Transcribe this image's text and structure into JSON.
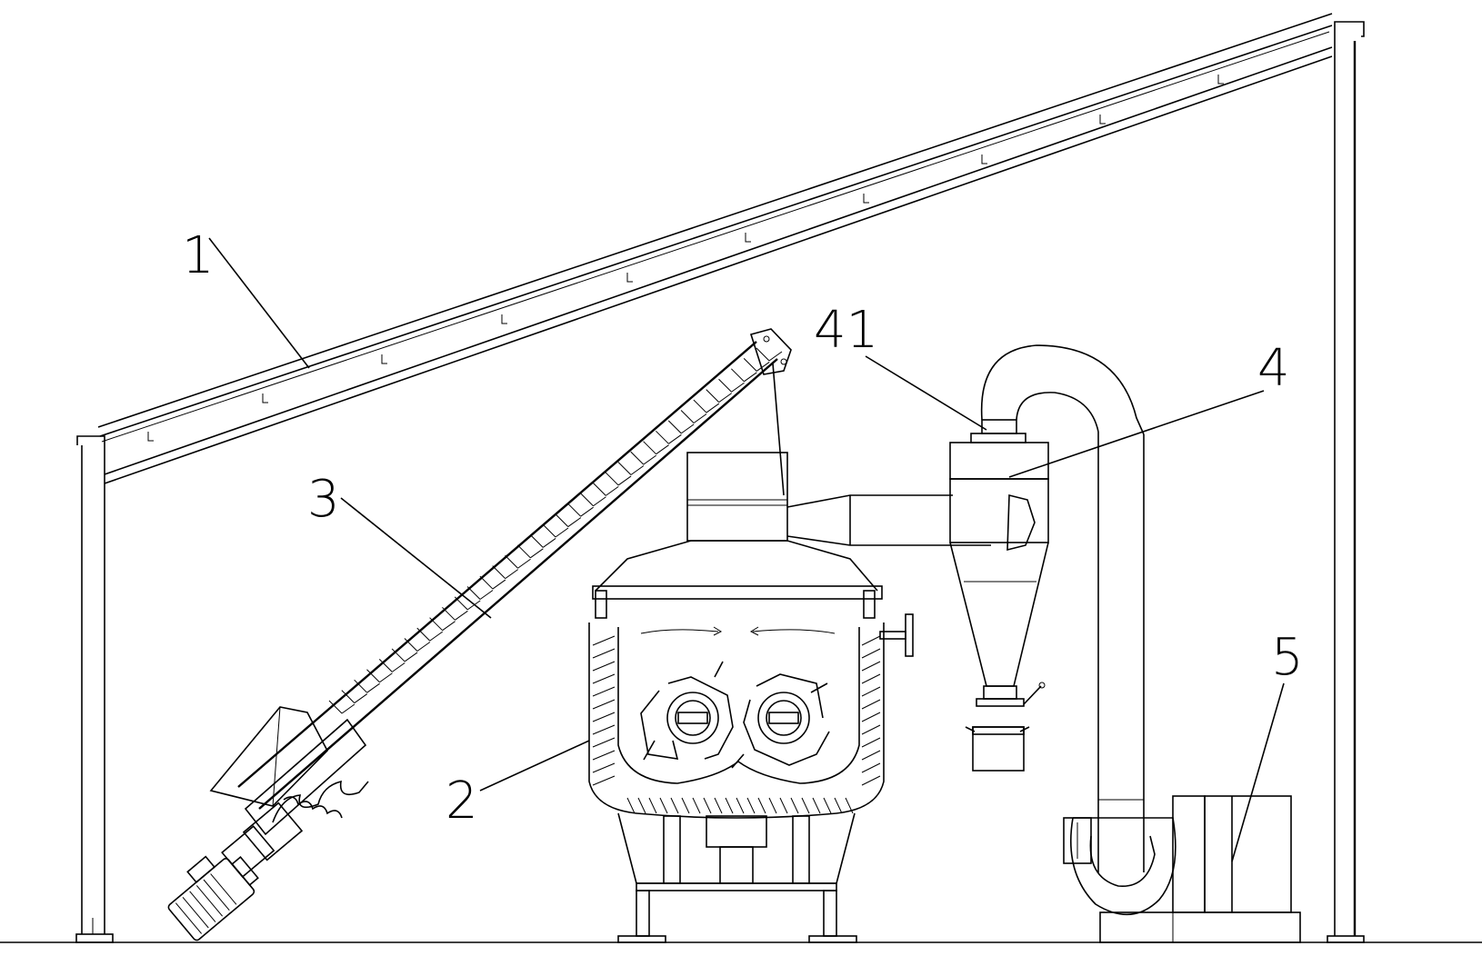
{
  "labels": {
    "roof": "1",
    "mixer": "2",
    "screw_conveyor": "3",
    "cyclone": "4",
    "cyclone_outlet": "41",
    "fan": "5"
  },
  "icons": [
    "roof-truss-icon",
    "screw-conveyor-icon",
    "ribbon-mixer-icon",
    "cyclone-separator-icon",
    "centrifugal-fan-icon"
  ]
}
